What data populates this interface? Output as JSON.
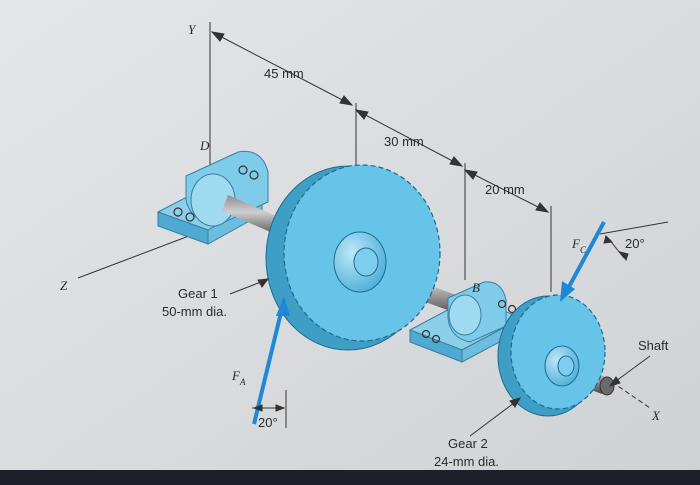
{
  "axes": {
    "y": "Y",
    "z": "Z",
    "x": "X"
  },
  "points": {
    "d": "D",
    "b": "B"
  },
  "dimensions": {
    "d1": "45 mm",
    "d2": "30 mm",
    "d3": "20 mm"
  },
  "gear1": {
    "line1": "Gear 1",
    "line2": "50-mm dia."
  },
  "gear2": {
    "line1": "Gear 2",
    "line2": "24-mm dia."
  },
  "forces": {
    "fa_main": "F",
    "fa_sub": "A",
    "fc_main": "F",
    "fc_sub": "C"
  },
  "angles": {
    "a1": "20°",
    "a2": "20°"
  },
  "shaft_label": "Shaft",
  "colors": {
    "gear": "#66c4e8",
    "gear_dark": "#3f9ec6",
    "force": "#1e88d6",
    "background": "#d9dcdf"
  }
}
